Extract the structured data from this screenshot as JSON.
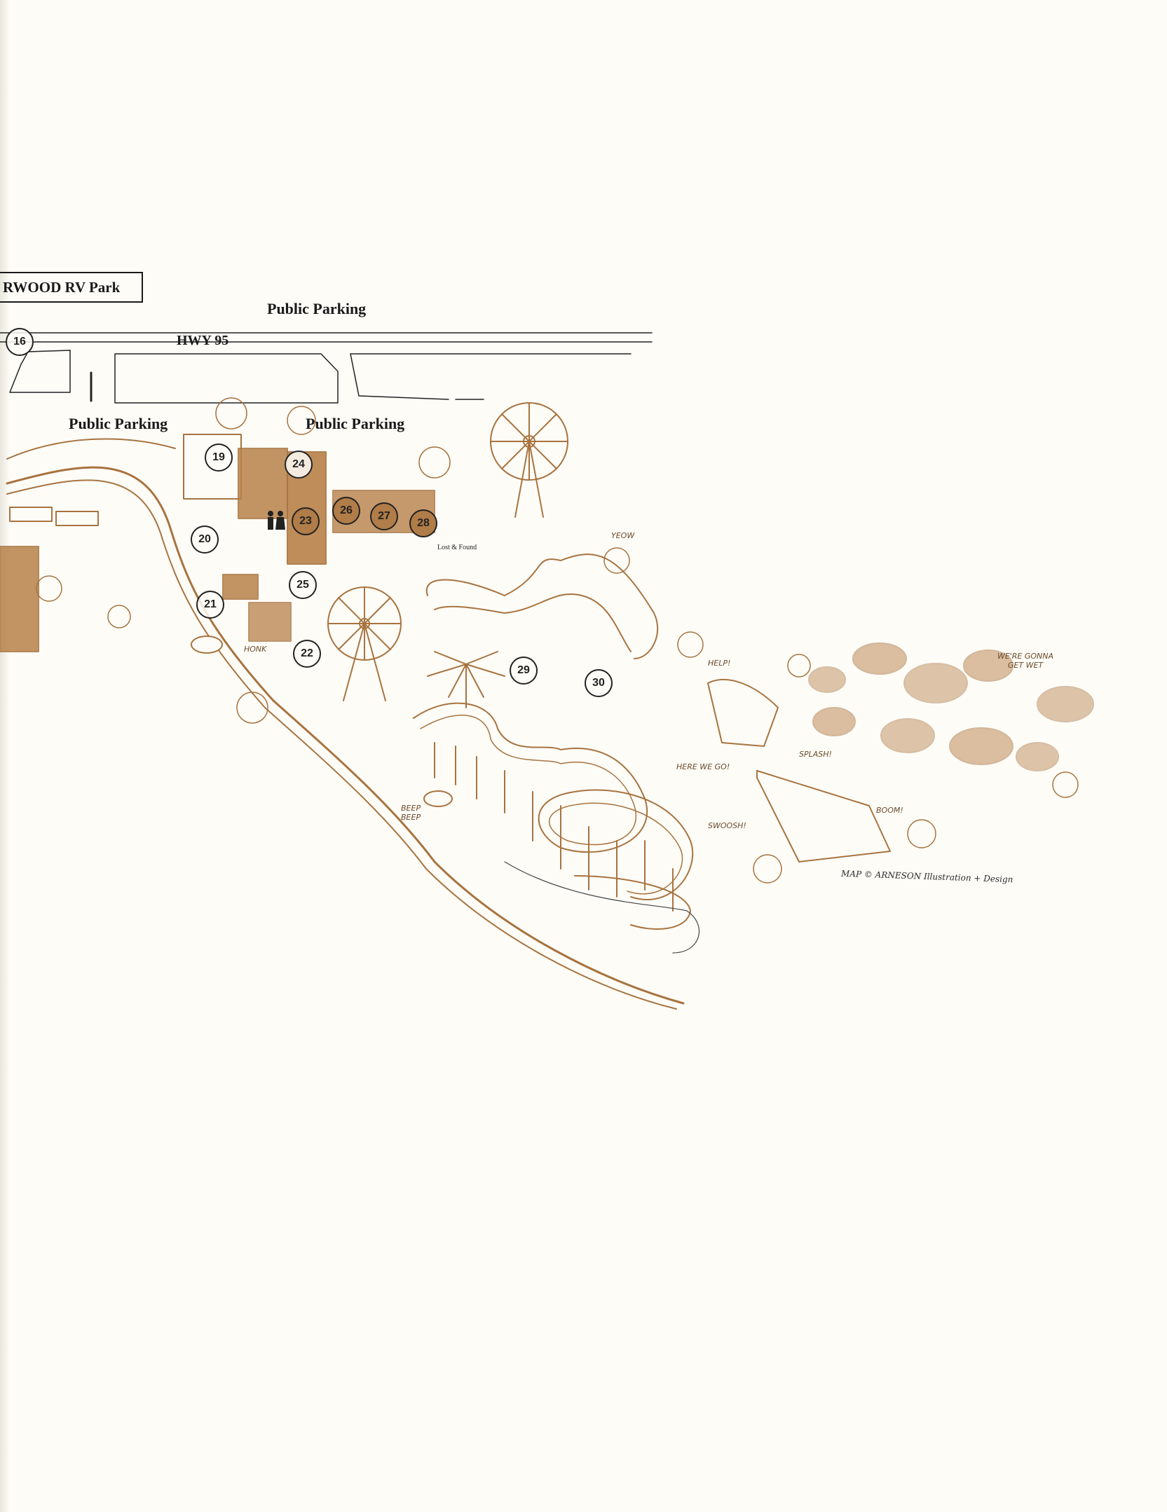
{
  "labels": {
    "rv_park": "RWOOD RV Park",
    "parking_top": "Public Parking",
    "parking_left": "Public Parking",
    "parking_mid": "Public Parking",
    "highway": "HWY 95",
    "lost_found": "Lost & Found"
  },
  "markers": [
    "16",
    "19",
    "20",
    "21",
    "22",
    "23",
    "24",
    "25",
    "26",
    "27",
    "28",
    "29",
    "30"
  ],
  "sounds": {
    "yeow": "YEOW",
    "help": "HELP!",
    "wet": "WE'RE GONNA GET WET",
    "splash": "SPLASH!",
    "boom": "BOOM!",
    "here_we_go": "HERE WE GO!",
    "swoosh": "SWOOSH!",
    "beep": "BEEP BEEP",
    "honk": "HONK"
  },
  "credit": "MAP © ARNESON Illustration + Design",
  "colors": {
    "ink": "#a8733f",
    "fill": "#b8814a",
    "text": "#1a1a1a",
    "paper": "#fdfcf7"
  }
}
